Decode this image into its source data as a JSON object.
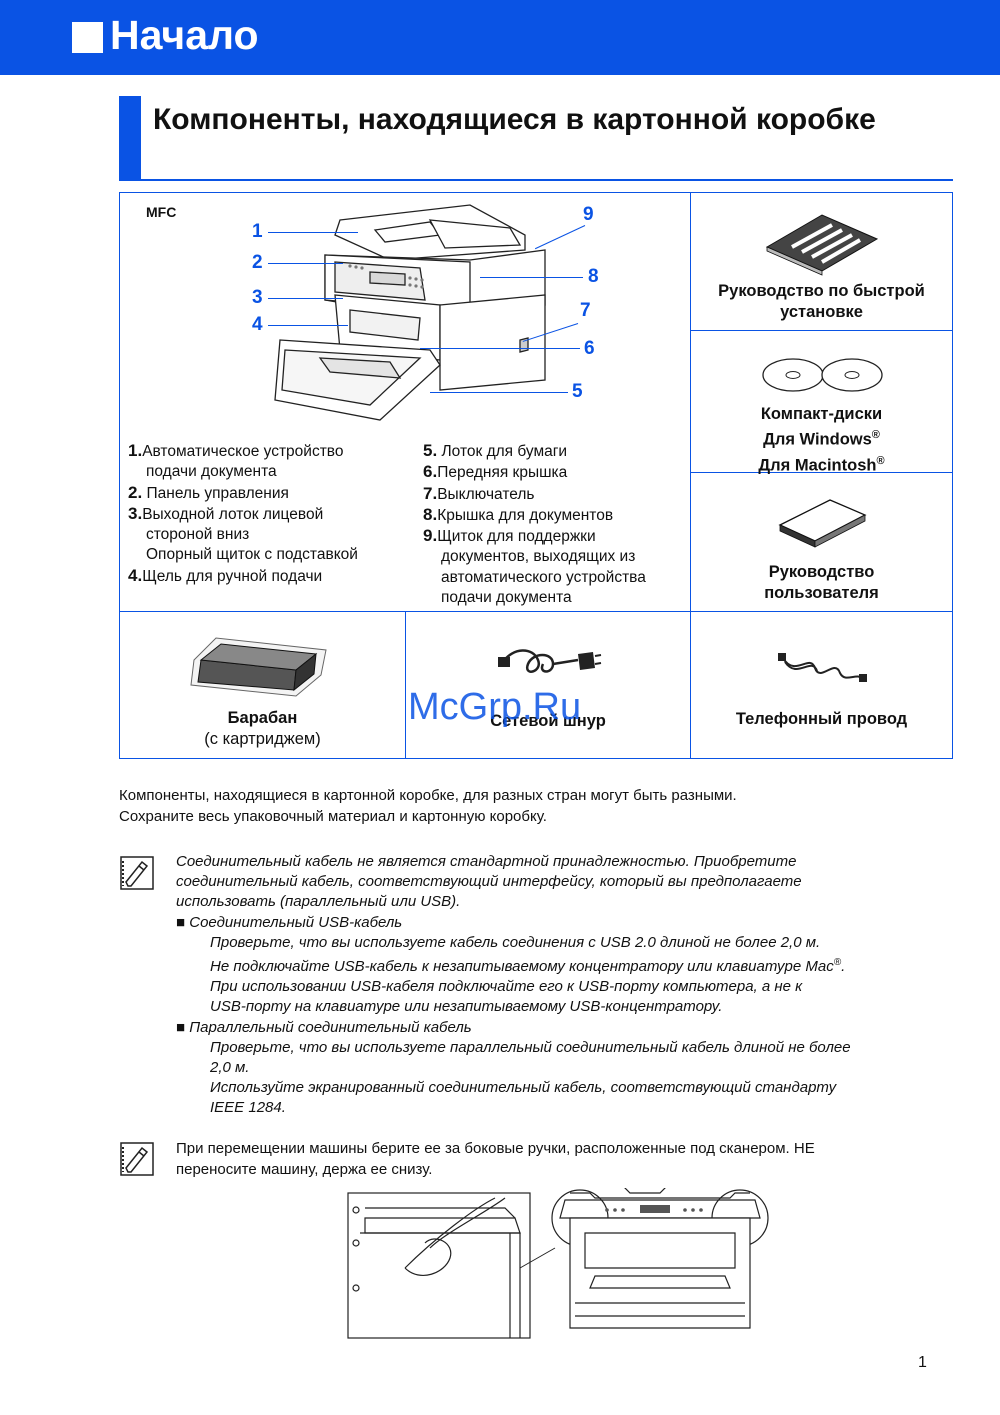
{
  "header": {
    "title": "Начало"
  },
  "section": {
    "title": "Компоненты, находящиеся в картонной коробке"
  },
  "machine": {
    "label": "MFC",
    "callouts": [
      "1",
      "2",
      "3",
      "4",
      "5",
      "6",
      "7",
      "8",
      "9"
    ],
    "legend_left": [
      {
        "num": "1",
        "text": "Автоматическое устройство",
        "cont": [
          "подачи документа"
        ]
      },
      {
        "num": "2",
        "text": " Панель управления",
        "cont": []
      },
      {
        "num": "3",
        "text": "Выходной лоток лицевой",
        "cont": [
          "стороной вниз",
          "Опорный щиток с подставкой"
        ]
      },
      {
        "num": "4",
        "text": "Щель для ручной подачи",
        "cont": []
      }
    ],
    "legend_right": [
      {
        "num": "5",
        "text": " Лоток для бумаги",
        "cont": []
      },
      {
        "num": "6",
        "text": "Передняя крышка",
        "cont": []
      },
      {
        "num": "7",
        "text": "Выключатель",
        "cont": []
      },
      {
        "num": "8",
        "text": "Крышка для документов",
        "cont": []
      },
      {
        "num": "9",
        "text": "Щиток для поддержки",
        "cont": [
          "документов, выходящих из",
          "автоматического устройства",
          "подачи документа"
        ]
      }
    ]
  },
  "items": {
    "quick_guide": [
      "Руководство по быстрой",
      "установке"
    ],
    "cds": {
      "line1": "Компакт-диски",
      "line2": "Для Windows",
      "line3": "Для Macintosh",
      "reg": "®"
    },
    "user_guide": [
      "Руководство",
      "пользователя"
    ],
    "drum": {
      "title": "Барабан",
      "sub": "(с картриджем)"
    },
    "power_cord": "Сетевой шнур",
    "phone_cord": "Телефонный провод"
  },
  "watermark": "McGrp.Ru",
  "body": {
    "lines": [
      "Компоненты, находящиеся в картонной коробке, для разных стран могут быть разными.",
      "Сохраните весь упаковочный материал и картонную коробку."
    ]
  },
  "note1": {
    "intro": [
      "Соединительный кабель не является стандартной принадлежностью. Приобретите",
      "соединительный кабель, соответствующий интерфейсу, который вы предполагаете",
      "использовать (параллельный или USB)."
    ],
    "usb_title": "Соединительный USB-кабель",
    "usb_lines": [
      "Проверьте, что вы используете кабель соединения с USB 2.0 длиной не более 2,0 м.",
      "Не подключайте USB-кабель к незапитываемому концентратору или клавиатуре Mac",
      "При использовании USB-кабеля подключайте его к USB-порту компьютера, а не к",
      "USB-порту на клавиатуре или незапитываемому USB-концентратору."
    ],
    "mac_reg": "®",
    "par_title": "Параллельный соединительный кабель",
    "par_lines": [
      "Проверьте, что вы используете параллельный соединительный кабель длиной не более",
      "2,0 м.",
      "Используйте экранированный соединительный кабель, соответствующий стандарту",
      "IEEE 1284."
    ],
    "bullet": "■"
  },
  "note2": {
    "lines": [
      "При перемещении машины берите ее за боковые ручки, расположенные под сканером. НЕ",
      "переносите машину, держа ее снизу."
    ]
  },
  "page_number": "1",
  "colors": {
    "accent": "#0a53e4"
  }
}
